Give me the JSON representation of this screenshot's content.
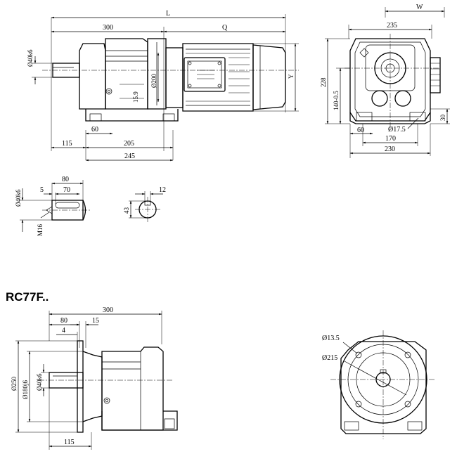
{
  "top_side": {
    "dim_L": "L",
    "dim_300": "300",
    "dim_Q": "Q",
    "dim_shaft_dia": "Ø40k6",
    "dim_200": "Ø200",
    "dim_15_9": "15.9",
    "dim_Y": "Y",
    "dim_60": "60",
    "dim_115": "115",
    "dim_205": "205",
    "dim_245": "245"
  },
  "top_end": {
    "dim_W": "W",
    "dim_235": "235",
    "dim_228": "228",
    "dim_140": "140-0.5",
    "dim_30": "30",
    "dim_60": "60",
    "dim_17_5": "Ø17.5",
    "dim_170": "170",
    "dim_230": "230"
  },
  "shaft_detail": {
    "dim_80": "80",
    "dim_5": "5",
    "dim_70": "70",
    "dim_dia": "Ø40k6",
    "dim_thread": "M16"
  },
  "key_detail": {
    "dim_12": "12",
    "dim_43": "43"
  },
  "flange_model": {
    "title": "RC77F..",
    "dim_300": "300",
    "dim_80": "80",
    "dim_15": "15",
    "dim_4": "4",
    "dim_250": "Ø250",
    "dim_180": "Ø180j6",
    "dim_40": "Ø40k6",
    "dim_115": "115",
    "dim_13_5": "Ø13.5",
    "dim_215": "Ø215"
  }
}
